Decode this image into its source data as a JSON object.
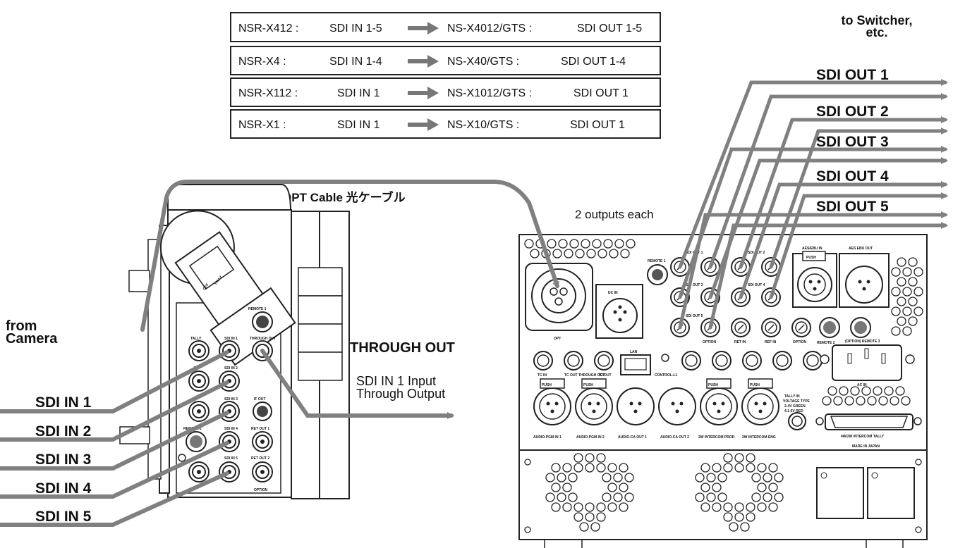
{
  "table": {
    "rows": [
      {
        "model": "NSR-X412 :",
        "sdi_in": "SDI IN 1-5",
        "target": "NS-X4012/GTS :",
        "sdi_out": "SDI OUT 1-5"
      },
      {
        "model": "NSR-X4 :",
        "sdi_in": "SDI IN 1-4",
        "target": "NS-X40/GTS :",
        "sdi_out": "SDI OUT 1-4"
      },
      {
        "model": "NSR-X112 :",
        "sdi_in": "SDI IN 1",
        "target": "NS-X1012/GTS :",
        "sdi_out": "SDI OUT 1"
      },
      {
        "model": "NSR-X1 :",
        "sdi_in": "SDI IN 1",
        "target": "NS-X10/GTS :",
        "sdi_out": "SDI OUT 1"
      }
    ]
  },
  "labels": {
    "to_switcher_1": "to Switcher,",
    "to_switcher_2": "etc.",
    "opt_cable": "OPT Cable 光ケーブル",
    "outputs_each": "2 outputs each",
    "from_1": "from",
    "from_2": "Camera",
    "through_out": "THROUGH OUT",
    "through_desc_1": "SDI IN 1 Input",
    "through_desc_2": "Through Output"
  },
  "sdi_in": [
    "SDI IN 1",
    "SDI IN 2",
    "SDI IN 3",
    "SDI IN 4",
    "SDI IN 5"
  ],
  "sdi_out": [
    "SDI OUT 1",
    "SDI OUT 2",
    "SDI OUT 3",
    "SDI OUT 4",
    "SDI OUT 5"
  ],
  "camera_unit": {
    "tally": "TALLY",
    "off": "OFF",
    "remote1": "REMOTE 1",
    "through_out": "THROUGH OUT",
    "sdi_in_1": "SDI IN 1",
    "sdi_in_2": "SDI IN 2",
    "sdi_in_3": "SDI IN 3",
    "sdi_in_4": "SDI IN 4",
    "sdi_in_5": "SDI IN 5",
    "tally_port": "TALLY",
    "tc": "TC",
    "if_out": "IF OUT",
    "remote2": "REMOTE 2",
    "ret_out_1": "RET OUT 1",
    "ret_out_2": "RET OUT 2",
    "option": "OPTION"
  },
  "rear_panel": {
    "remote1": "REMOTE 1",
    "dc_in": "DC IN",
    "opt": "OPT",
    "sdi_out_1": "SDI OUT 1",
    "sdi_out_2": "SDI OUT 2",
    "sdi_out_3": "SDI OUT 3",
    "sdi_out_4": "SDI OUT 4",
    "sdi_out_5": "SDI OUT 5",
    "aes_in": "AES/EBU IN",
    "aes_out": "AES EBU OUT",
    "push": "PUSH",
    "option": "OPTION",
    "ret_in": "RET IN",
    "ref_in": "REF IN",
    "remote2": "REMOTE 2",
    "remote3": "(OPTION) REMOTE 3",
    "tc_in": "TC IN",
    "tc_out_thru": "TC OUT THROUGH OUT",
    "tc_out": "TC OUT",
    "lan": "LAN",
    "control": "CONTROL-L1",
    "ac_in": "AC IN",
    "audio_pgm_1": "AUDIO-PGM IN 1",
    "audio_pgm_2": "AUDIO-PGM IN 2",
    "audio_ca_1": "AUDIO-CA OUT 1",
    "audio_ca_2": "AUDIO-CA OUT 2",
    "intercom_prod": "2W INTERCOM PROD",
    "intercom_eng": "2W INTERCOM ENG",
    "tally_in": "TALLY IN",
    "voltage_type": "VOLTAGE TYPE",
    "green": "2-4V GREEN",
    "red": "4.1-5V RED",
    "intercom_tally": "4W/2W INTERCOM TALLY",
    "made_in": "MADE IN JAPAN"
  }
}
